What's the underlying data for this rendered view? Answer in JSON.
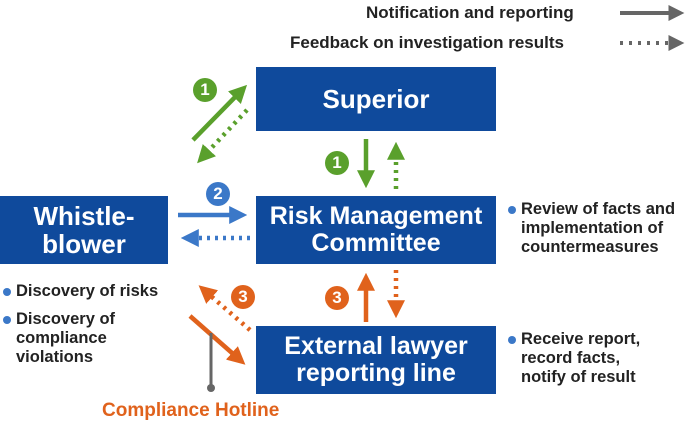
{
  "legend": {
    "solid": "Notification and reporting",
    "dotted": "Feedback on investigation results"
  },
  "boxes": {
    "superior": "Superior",
    "risk_committee_line1": "Risk Management",
    "risk_committee_line2": "Committee",
    "whistleblower_line1": "Whistle-",
    "whistleblower_line2": "blower",
    "external_line1": "External lawyer",
    "external_line2": "reporting line"
  },
  "steps": {
    "one": "1",
    "two": "2",
    "three": "3"
  },
  "notes": {
    "committee": [
      "Review of facts and",
      "implementation of",
      "countermeasures"
    ],
    "external": [
      "Receive report,",
      "record facts,",
      "notify of result"
    ],
    "whistleblower_risks": [
      "Discovery of risks"
    ],
    "whistleblower_violations": [
      "Discovery of",
      "compliance",
      "violations"
    ]
  },
  "hotline_label": "Compliance Hotline",
  "colors": {
    "box": "#0f4a9c",
    "green": "#5aa02c",
    "blue": "#3b78c8",
    "orange": "#e0621c",
    "gray": "#666666"
  }
}
